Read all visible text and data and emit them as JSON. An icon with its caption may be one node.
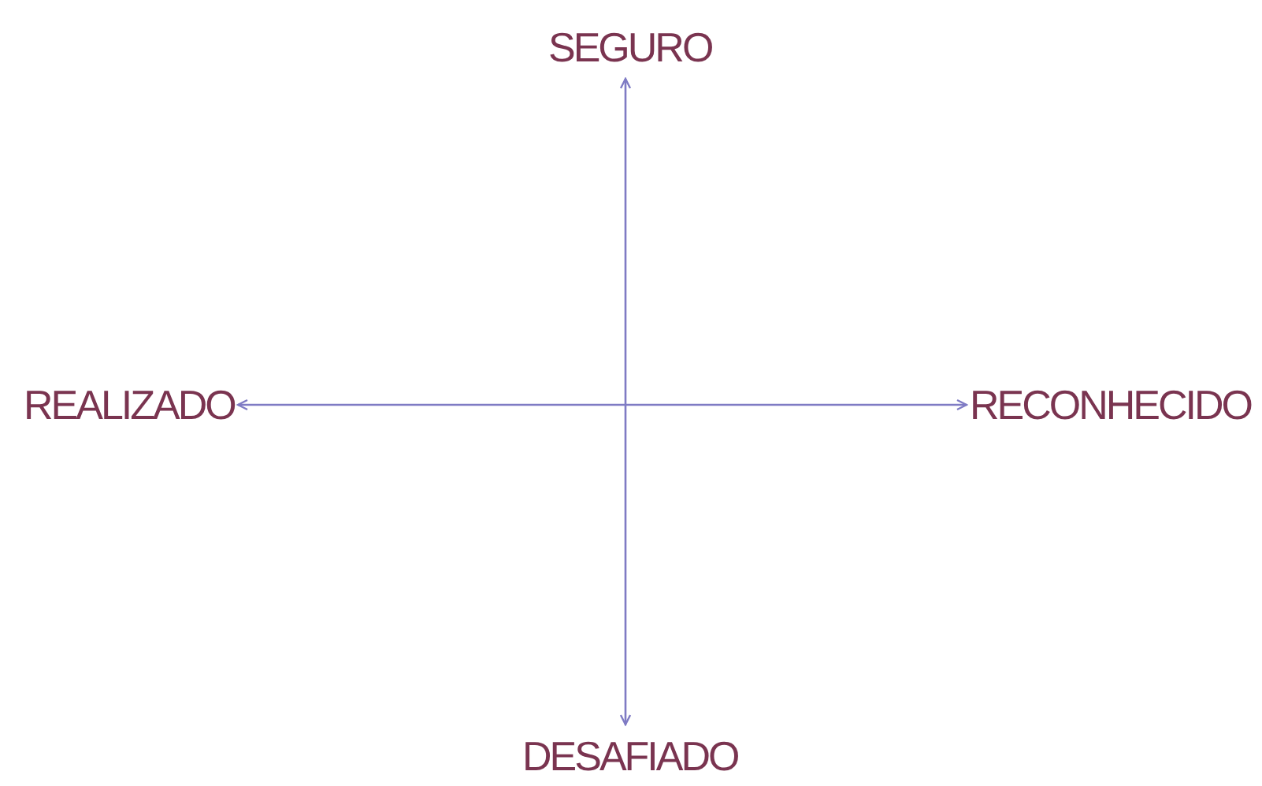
{
  "diagram": {
    "nodes": [
      {
        "text": [
          "SEGURO"
        ]
      },
      {
        "text": [
          "REALIZADO"
        ]
      },
      {
        "text": [
          "RECONHECIDO"
        ]
      },
      {
        "text": [
          "DESAFIADO"
        ]
      }
    ],
    "edges": [
      {
        "from": 0,
        "to": 3,
        "arrow": "both"
      },
      {
        "from": 1,
        "to": 2,
        "arrow": "both"
      }
    ]
  }
}
